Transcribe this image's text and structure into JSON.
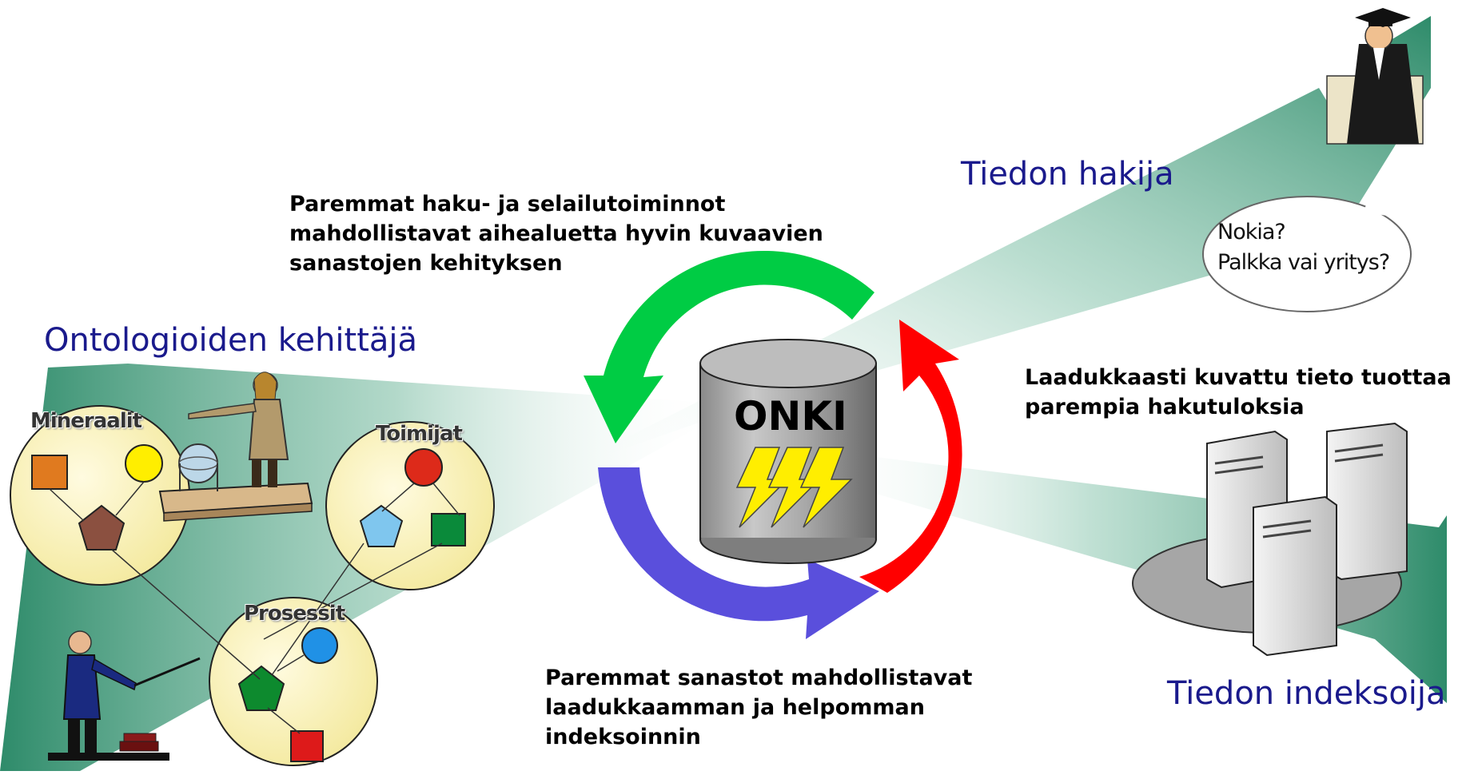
{
  "roles": {
    "searcher": "Tiedon hakija",
    "developer": "Ontologioiden kehittäjä",
    "indexer": "Tiedon indeksoija"
  },
  "center": {
    "label": "ONKI"
  },
  "texts": {
    "top": [
      "Paremmat haku- ja selailutoiminnot",
      "mahdollistavat aihealuetta hyvin kuvaavien",
      "sanastojen kehityksen"
    ],
    "right": [
      "Laadukkaasti kuvattu tieto tuottaa",
      "parempia hakutuloksia"
    ],
    "bottom": [
      "Paremmat sanastot mahdollistavat",
      "laadukkaamman ja helpomman",
      "indeksoinnin"
    ]
  },
  "speech_bubble": {
    "lines": [
      "Nokia?",
      "Palkka vai yritys?"
    ]
  },
  "clusters": {
    "minerals": "Mineraalit",
    "actors": "Toimijat",
    "processes": "Prosessit"
  },
  "colors": {
    "green_arrow": "#00cc44",
    "red_arrow": "#ff0000",
    "blue_arrow": "#5a4fdc",
    "beam": "#2e8b6a",
    "role_text": "#1a1a8c",
    "cluster_fill": "#fff6b0"
  },
  "icons": {
    "database": "cylinder-database-icon",
    "lightning": "lightning-bolt-icon",
    "servers": "server-tower-icon",
    "graduate": "graduate-person-icon",
    "presenter": "presenter-person-icon",
    "teacher": "teacher-person-icon"
  }
}
